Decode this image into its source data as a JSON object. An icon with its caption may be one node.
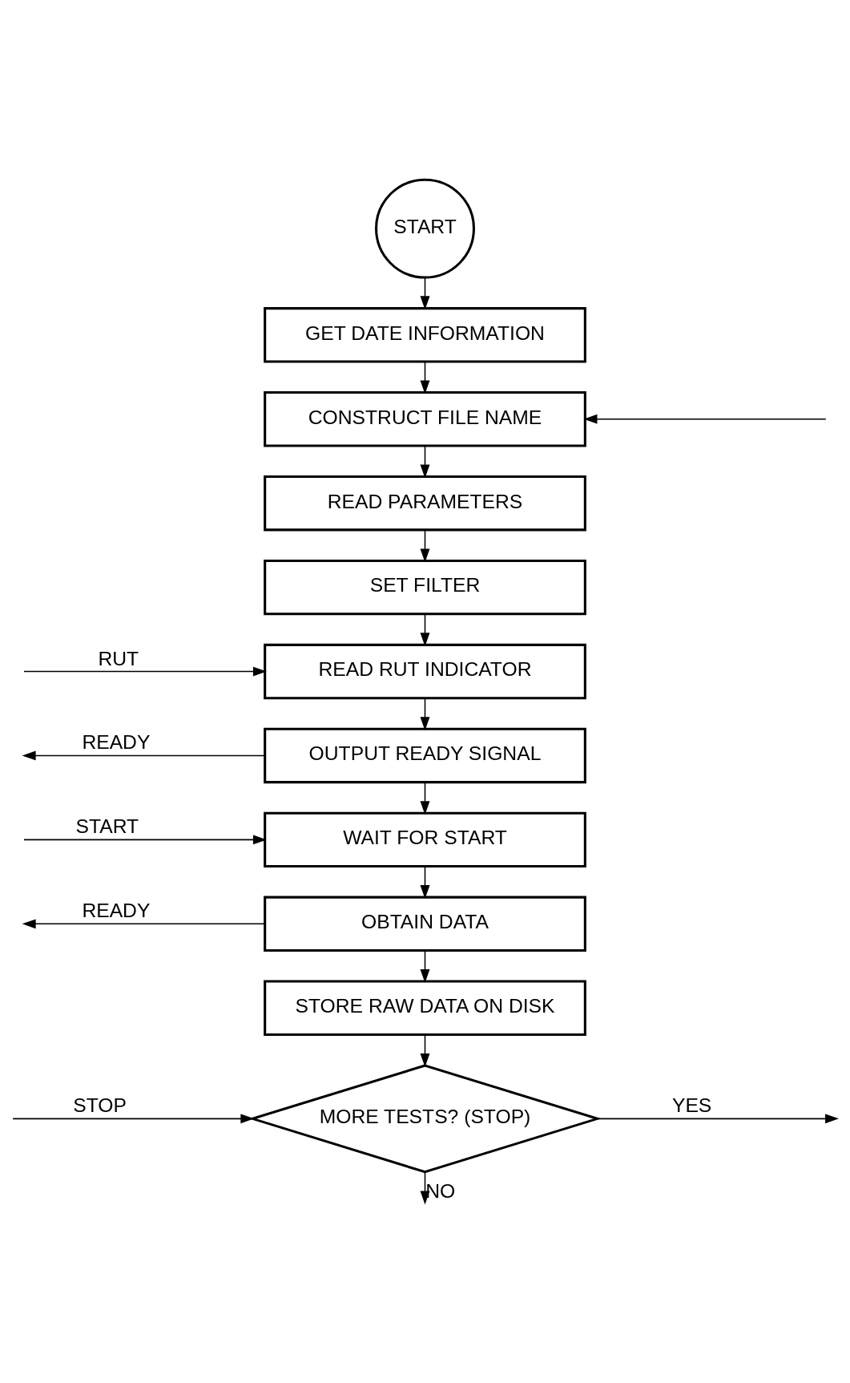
{
  "diagram": {
    "nodes": [
      {
        "text": [
          "START"
        ]
      },
      {
        "text": [
          "GET DATE INFORMATION"
        ]
      },
      {
        "text": [
          "CONSTRUCT FILE NAME"
        ]
      },
      {
        "text": [
          "READ PARAMETERS"
        ]
      },
      {
        "text": [
          "SET FILTER"
        ]
      },
      {
        "text": [
          "READ RUT INDICATOR"
        ]
      },
      {
        "text": [
          "OUTPUT READY SIGNAL"
        ]
      },
      {
        "text": [
          "WAIT FOR START"
        ]
      },
      {
        "text": [
          "OBTAIN DATA"
        ]
      },
      {
        "text": [
          "STORE RAW DATA ON DISK"
        ]
      },
      {
        "text": [
          "MORE TESTS? (STOP)"
        ]
      }
    ],
    "edges": [
      {
        "from": 0,
        "to": 1,
        "arrow": "to"
      },
      {
        "from": 1,
        "to": 2,
        "arrow": "to"
      },
      {
        "from": 2,
        "to": 3,
        "arrow": "to"
      },
      {
        "from": 3,
        "to": 4,
        "arrow": "to"
      },
      {
        "from": 4,
        "to": 5,
        "arrow": "to"
      },
      {
        "from": 5,
        "to": 6,
        "arrow": "to"
      },
      {
        "from": 6,
        "to": 7,
        "arrow": "to"
      },
      {
        "from": 7,
        "to": 8,
        "arrow": "to"
      },
      {
        "from": 8,
        "to": 9,
        "arrow": "to"
      },
      {
        "from": 9,
        "to": 10,
        "arrow": "to"
      },
      {
        "from": null,
        "to": 2,
        "arrow": "to"
      },
      {
        "from": null,
        "to": 5,
        "label": "RUT",
        "arrow": "to"
      },
      {
        "from": 6,
        "to": null,
        "label": "READY",
        "arrow": "to"
      },
      {
        "from": null,
        "to": 7,
        "label": "START",
        "arrow": "to"
      },
      {
        "from": 8,
        "to": null,
        "label": "READY",
        "arrow": "to"
      },
      {
        "from": null,
        "to": 10,
        "label": "STOP",
        "arrow": "to"
      },
      {
        "from": 10,
        "to": null,
        "label": "YES",
        "arrow": "to"
      },
      {
        "from": 10,
        "to": null,
        "label": "NO",
        "arrow": "to"
      }
    ]
  }
}
